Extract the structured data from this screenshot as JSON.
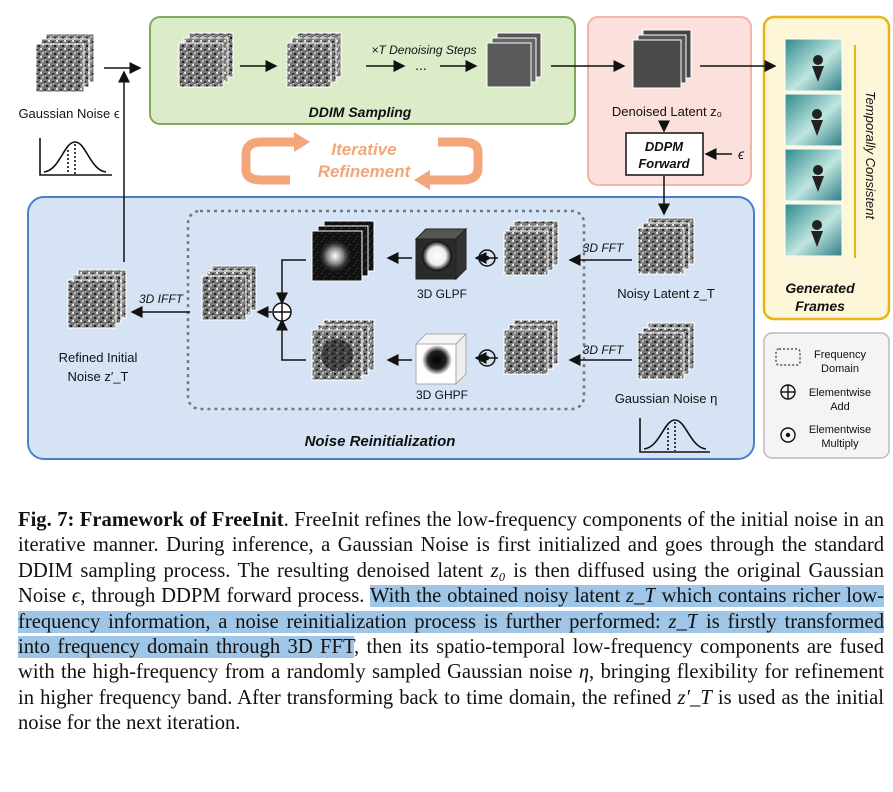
{
  "figure": {
    "gaussian_noise_eps": "Gaussian Noise ϵ",
    "ddim_sampling": "DDIM Sampling",
    "denoising_steps": "×T Denoising Steps",
    "ellipsis": "...",
    "denoised_latent": "Denoised Latent z₀",
    "ddpm_forward_line1": "DDPM",
    "ddpm_forward_line2": "Forward",
    "eps_symbol": "ϵ",
    "iterative_line1": "Iterative",
    "iterative_line2": "Refinement",
    "generated_line1": "Generated",
    "generated_line2": "Frames",
    "temporally_consistent": "Temporally Consistent",
    "fft_top": "3D FFT",
    "fft_bottom": "3D FFT",
    "noisy_latent": "Noisy Latent z_T",
    "gaussian_noise_eta": "Gaussian Noise η",
    "glpf": "3D GLPF",
    "ghpf": "3D GHPF",
    "ifft": "3D IFFT",
    "refined_line1": "Refined Initial",
    "refined_line2": "Noise z′_T",
    "noise_reinit": "Noise Reinitialization",
    "legend": {
      "freq_domain_1": "Frequency",
      "freq_domain_2": "Domain",
      "add_1": "Elementwise",
      "add_2": "Add",
      "mul_1": "Elementwise",
      "mul_2": "Multiply"
    },
    "colors": {
      "ddim_fill": "#dcebc8",
      "ddim_border": "#7faa5a",
      "ddpm_fill": "#fbe0dc",
      "ddpm_border": "#f0b6a8",
      "reinit_fill": "#d5e3f5",
      "reinit_border": "#4a7fc9",
      "generated_fill": "#fdf6d8",
      "generated_border": "#e8b415",
      "refine_arrow": "#f2a679"
    }
  },
  "caption": {
    "fig_label": "Fig. 7: Framework of FreeInit",
    "part1": ". FreeInit refines the low-frequency components of the initial noise in an iterative manner. During inference, a Gaussian Noise is first initialized and goes through the standard DDIM sampling process. The resulting denoised latent ",
    "z0": "z₀",
    "part2": " is then diffused using the original Gaussian Noise ",
    "eps": "ϵ",
    "part3": ", through DDPM forward process. ",
    "hl1": "With the obtained noisy latent ",
    "zT1": "z_T",
    "hl2": " which contains richer low-frequency information, a noise reinitialization process is further performed: ",
    "zT2": "z_T",
    "hl3": " is firstly transformed into frequency domain through 3D FFT",
    "part4": ", then its spatio-temporal low-frequency components are fused with the high-frequency from a randomly sampled Gaussian noise ",
    "eta": "η",
    "part5": ", bringing flexibility for refinement in higher frequency band. After transforming back to time domain, the refined ",
    "zT3": "z′_T",
    "part6": " is used as the initial noise for the next iteration."
  }
}
